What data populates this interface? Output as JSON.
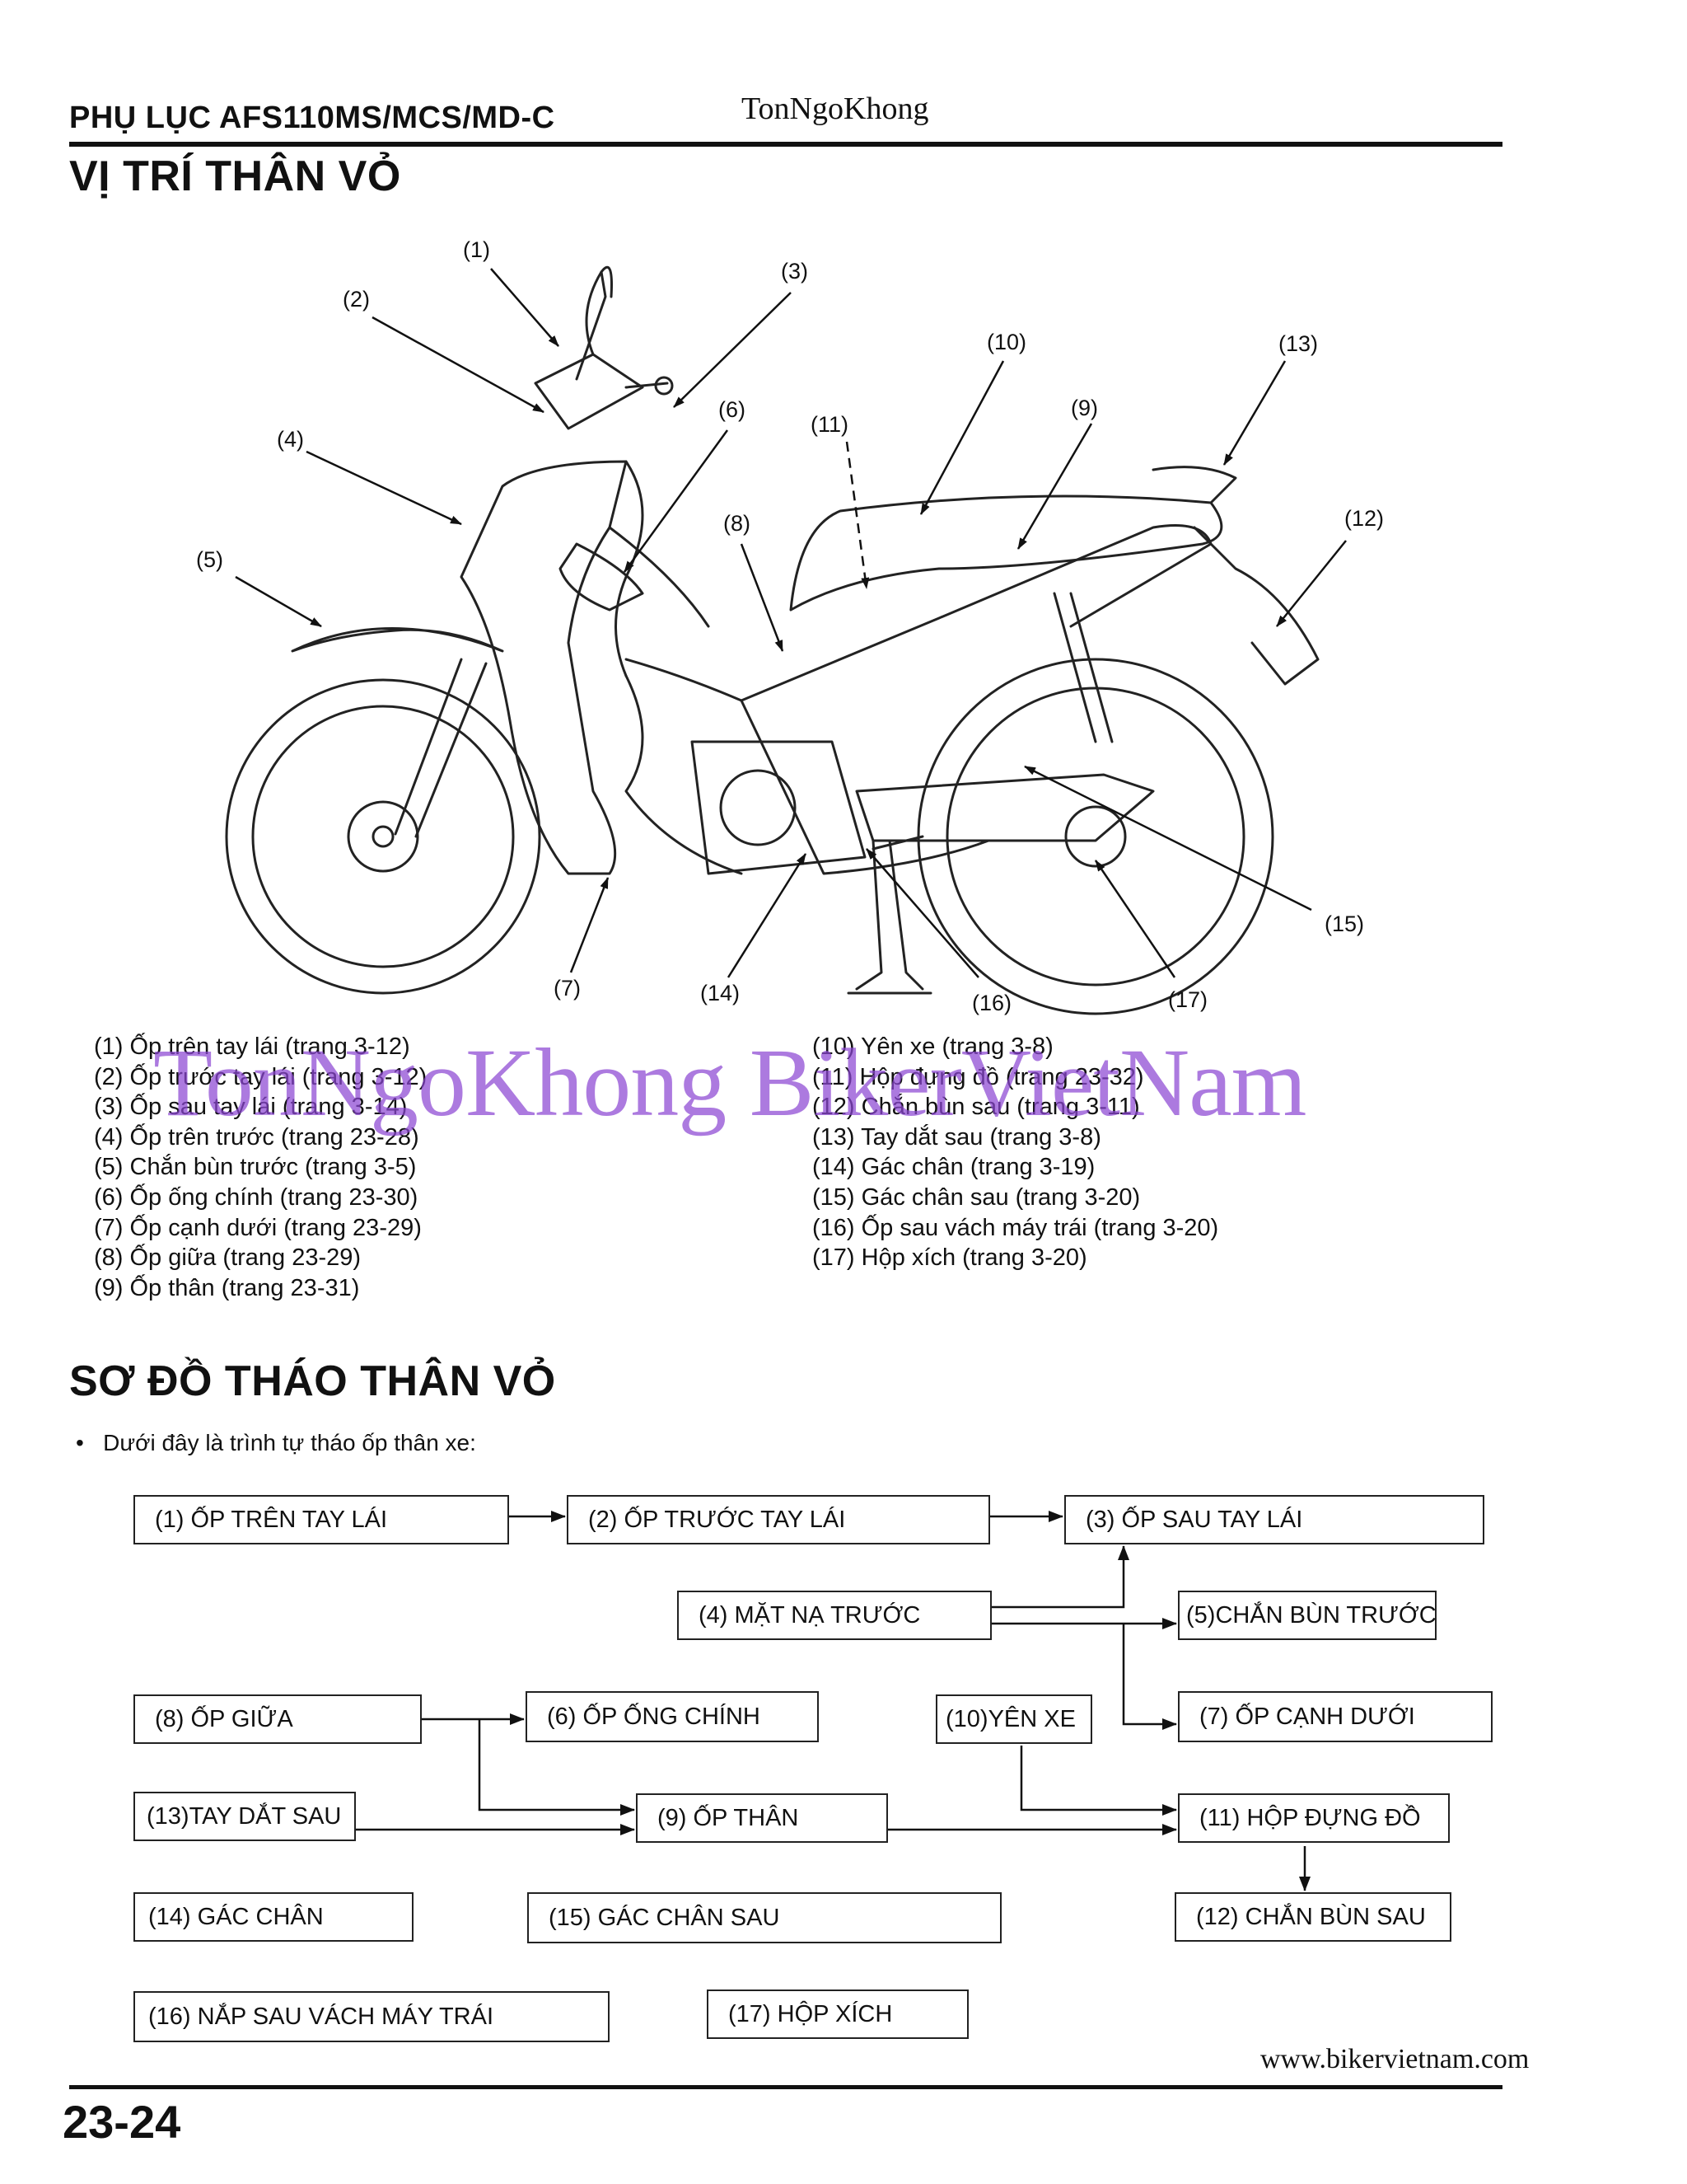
{
  "header": {
    "title": "PHỤ LỤC AFS110MS/MCS/MD-C",
    "watermark": "TonNgoKhong"
  },
  "section1": {
    "title": "VỊ TRÍ THÂN VỎ"
  },
  "diagram": {
    "callouts": [
      "(1)",
      "(2)",
      "(3)",
      "(4)",
      "(5)",
      "(6)",
      "(7)",
      "(8)",
      "(9)",
      "(10)",
      "(11)",
      "(12)",
      "(13)",
      "(14)",
      "(15)",
      "(16)",
      "(17)"
    ]
  },
  "legend_left": [
    "(1) Ốp trên tay lái (trang 3-12)",
    "(2) Ốp trước tay lái (trang 3-12)",
    "(3) Ốp sau tay lái (trang 3-14)",
    "(4) Ốp trên trước (trang 23-28)",
    "(5) Chắn bùn trước (trang 3-5)",
    "(6) Ốp ống chính (trang 23-30)",
    "(7) Ốp cạnh dưới (trang 23-29)",
    "(8) Ốp giữa (trang 23-29)",
    "(9) Ốp thân (trang 23-31)"
  ],
  "legend_right": [
    "(10) Yên xe (trang 3-8)",
    "(11) Hộp đựng đồ (trang 23-32)",
    "(12) Chắn bùn sau (trang 3-11)",
    "(13) Tay dắt sau (trang 3-8)",
    "(14) Gác chân (trang 3-19)",
    "(15) Gác chân sau (trang 3-20)",
    "(16) Ốp sau vách máy trái (trang 3-20)",
    "(17) Hộp xích (trang 3-20)"
  ],
  "watermark_big": "TonNgoKhong BikerVietNam",
  "section2": {
    "title": "SƠ ĐỒ THÁO THÂN VỎ",
    "bullet": "Dưới đây là trình tự tháo ốp thân xe:"
  },
  "flow": {
    "b1": "(1) ỐP TRÊN TAY LÁI",
    "b2": "(2) ỐP TRƯỚC TAY LÁI",
    "b3": "(3) ỐP SAU TAY LÁI",
    "b4": "(4) MẶT NẠ TRƯỚC",
    "b5": "(5)CHẮN BÙN TRƯỚC",
    "b6": "(6) ỐP ỐNG CHÍNH",
    "b7": "(7) ỐP CẠNH DƯỚI",
    "b8": "(8) ỐP GIỮA",
    "b9": "(9) ỐP THÂN",
    "b10": "(10)YÊN XE",
    "b11": "(11) HỘP ĐỰNG ĐỒ",
    "b12": "(12) CHẮN BÙN SAU",
    "b13": "(13)TAY DẮT SAU",
    "b14": "(14) GÁC CHÂN",
    "b15": "(15) GÁC CHÂN SAU",
    "b16": "(16) NẮP SAU VÁCH MÁY TRÁI",
    "b17": "(17) HỘP XÍCH"
  },
  "footer": {
    "site": "www.bikervietnam.com",
    "page": "23-24"
  }
}
